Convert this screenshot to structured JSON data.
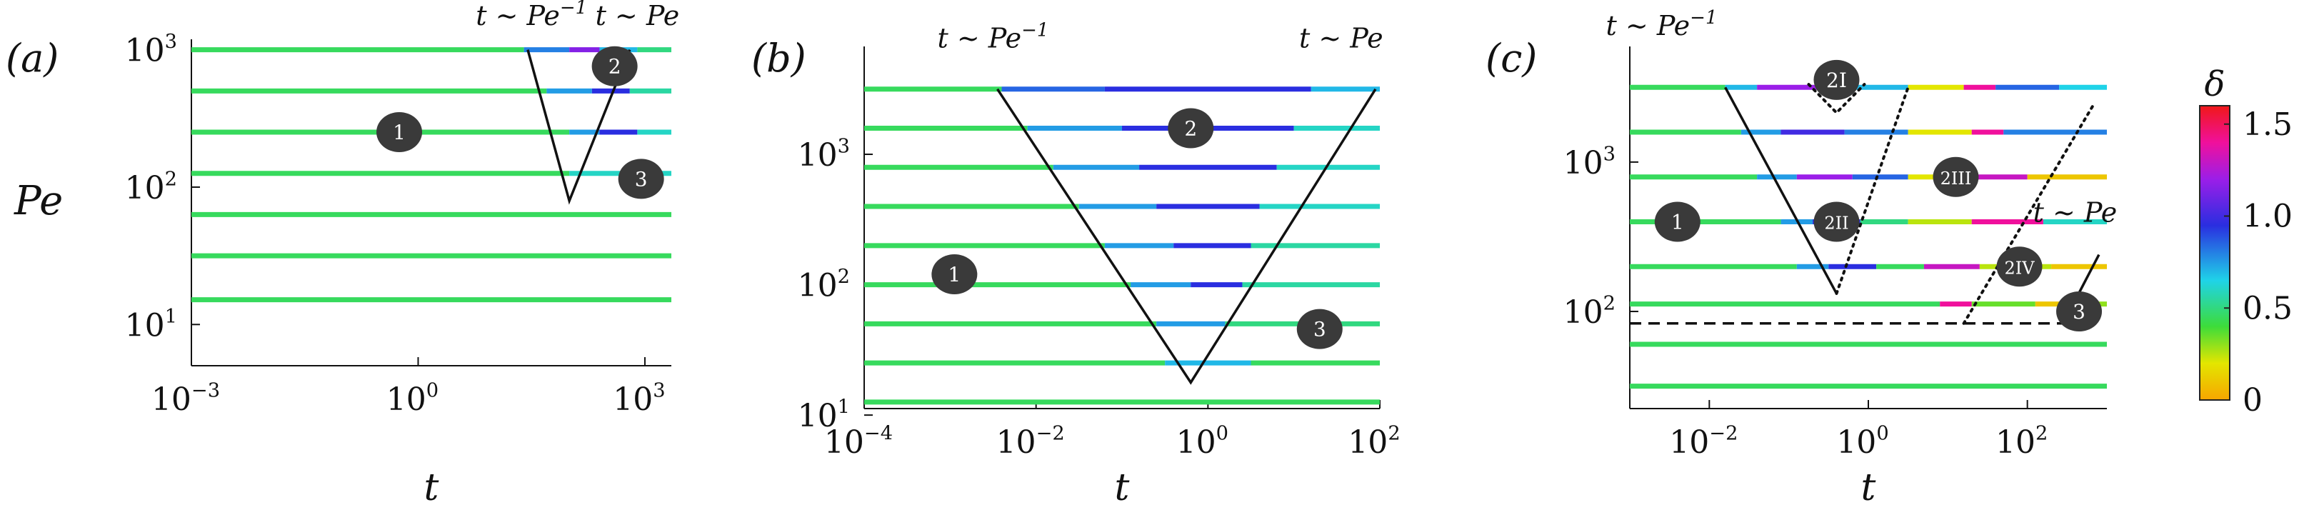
{
  "chart_data": [
    {
      "type": "scatter",
      "panel_label": "(a)",
      "xlabel": "t",
      "ylabel": "Pe",
      "xscale": "log",
      "yscale": "log",
      "xlim_log10": [
        -3,
        3.35
      ],
      "ylim_log10": [
        0.7,
        3.05
      ],
      "xticks": [
        {
          "exp": -3,
          "label": "10",
          "sup": "−3"
        },
        {
          "exp": 0,
          "label": "10",
          "sup": "0"
        },
        {
          "exp": 3,
          "label": "10",
          "sup": "3"
        }
      ],
      "yticks": [
        {
          "exp": 1,
          "label": "10",
          "sup": "1"
        },
        {
          "exp": 2,
          "label": "10",
          "sup": "2"
        },
        {
          "exp": 3,
          "label": "10",
          "sup": "3"
        }
      ],
      "rows": [
        {
          "pe_log10": 3.0,
          "segments": [
            [
              -3,
              1.4,
              0.45
            ],
            [
              1.4,
              2.0,
              0.8
            ],
            [
              2.0,
              2.4,
              1.15
            ],
            [
              2.4,
              2.9,
              0.7
            ],
            [
              2.9,
              3.35,
              0.5
            ]
          ]
        },
        {
          "pe_log10": 2.7,
          "segments": [
            [
              -3,
              1.7,
              0.45
            ],
            [
              1.7,
              2.3,
              0.75
            ],
            [
              2.3,
              2.8,
              0.95
            ],
            [
              2.8,
              3.35,
              0.55
            ]
          ]
        },
        {
          "pe_log10": 2.4,
          "segments": [
            [
              -3,
              2.0,
              0.45
            ],
            [
              2.0,
              2.4,
              0.75
            ],
            [
              2.4,
              2.9,
              0.95
            ],
            [
              2.9,
              3.35,
              0.6
            ]
          ]
        },
        {
          "pe_log10": 2.1,
          "segments": [
            [
              -3,
              2.0,
              0.45
            ],
            [
              2.0,
              3.35,
              0.6
            ]
          ]
        },
        {
          "pe_log10": 1.8,
          "segments": [
            [
              -3,
              3.35,
              0.45
            ]
          ]
        },
        {
          "pe_log10": 1.5,
          "segments": [
            [
              -3,
              3.35,
              0.45
            ]
          ]
        },
        {
          "pe_log10": 1.18,
          "segments": [
            [
              -3,
              3.35,
              0.45
            ]
          ]
        }
      ],
      "lines": [
        {
          "style": "solid",
          "points": [
            [
              1.45,
              3.0
            ],
            [
              2.0,
              1.9
            ],
            [
              2.8,
              3.0
            ]
          ]
        }
      ],
      "annotations": [
        {
          "text": "t ∼ Pe",
          "sup": "−1",
          "x": 1.5,
          "y": 3.18
        },
        {
          "text": "t ∼ Pe",
          "sup": "",
          "x": 2.9,
          "y": 3.18
        }
      ],
      "markers": [
        {
          "text": "1",
          "x": -0.25,
          "y": 2.4
        },
        {
          "text": "2",
          "x": 2.6,
          "y": 2.88
        },
        {
          "text": "3",
          "x": 2.95,
          "y": 2.06
        }
      ]
    },
    {
      "type": "scatter",
      "panel_label": "(b)",
      "xlabel": "t",
      "ylabel": "",
      "xscale": "log",
      "yscale": "log",
      "xlim_log10": [
        -4,
        2
      ],
      "ylim_log10": [
        1.05,
        3.8
      ],
      "xticks": [
        {
          "exp": -4,
          "label": "10",
          "sup": "−4"
        },
        {
          "exp": -2,
          "label": "10",
          "sup": "−2"
        },
        {
          "exp": 0,
          "label": "10",
          "sup": "0"
        },
        {
          "exp": 2,
          "label": "10",
          "sup": "2"
        }
      ],
      "yticks": [
        {
          "exp": 1,
          "label": "10",
          "sup": "1"
        },
        {
          "exp": 2,
          "label": "10",
          "sup": "2"
        },
        {
          "exp": 3,
          "label": "10",
          "sup": "3"
        }
      ],
      "rows": [
        {
          "pe_log10": 3.5,
          "segments": [
            [
              -4,
              -2.4,
              0.45
            ],
            [
              -2.4,
              -1.2,
              0.85
            ],
            [
              -1.2,
              1.2,
              0.95
            ],
            [
              1.2,
              2,
              0.7
            ]
          ]
        },
        {
          "pe_log10": 3.2,
          "segments": [
            [
              -4,
              -2.1,
              0.45
            ],
            [
              -2.1,
              -1.0,
              0.75
            ],
            [
              -1.0,
              1.0,
              0.95
            ],
            [
              1.0,
              2,
              0.6
            ]
          ]
        },
        {
          "pe_log10": 2.9,
          "segments": [
            [
              -4,
              -1.8,
              0.45
            ],
            [
              -1.8,
              -0.8,
              0.75
            ],
            [
              -0.8,
              0.8,
              0.95
            ],
            [
              0.8,
              2,
              0.6
            ]
          ]
        },
        {
          "pe_log10": 2.6,
          "segments": [
            [
              -4,
              -1.5,
              0.45
            ],
            [
              -1.5,
              -0.6,
              0.75
            ],
            [
              -0.6,
              0.6,
              0.95
            ],
            [
              0.6,
              2,
              0.6
            ]
          ]
        },
        {
          "pe_log10": 2.3,
          "segments": [
            [
              -4,
              -1.2,
              0.45
            ],
            [
              -1.2,
              -0.4,
              0.75
            ],
            [
              -0.4,
              0.5,
              0.95
            ],
            [
              0.5,
              2,
              0.55
            ]
          ]
        },
        {
          "pe_log10": 2.0,
          "segments": [
            [
              -4,
              -0.9,
              0.45
            ],
            [
              -0.9,
              -0.2,
              0.75
            ],
            [
              -0.2,
              0.4,
              0.95
            ],
            [
              0.4,
              2,
              0.55
            ]
          ]
        },
        {
          "pe_log10": 1.7,
          "segments": [
            [
              -4,
              -0.6,
              0.45
            ],
            [
              -0.6,
              0.2,
              0.75
            ],
            [
              0.2,
              2,
              0.5
            ]
          ]
        },
        {
          "pe_log10": 1.4,
          "segments": [
            [
              -4,
              -0.5,
              0.45
            ],
            [
              -0.5,
              0.5,
              0.7
            ],
            [
              0.5,
              2,
              0.45
            ]
          ]
        },
        {
          "pe_log10": 1.1,
          "segments": [
            [
              -4,
              2,
              0.45
            ]
          ]
        }
      ],
      "lines": [
        {
          "style": "solid",
          "points": [
            [
              -2.45,
              3.5
            ],
            [
              -0.2,
              1.25
            ],
            [
              1.95,
              3.5
            ]
          ]
        }
      ],
      "annotations": [
        {
          "text": "t ∼ Pe",
          "sup": "−1",
          "x": -2.5,
          "y": 3.82
        },
        {
          "text": "t ∼ Pe",
          "sup": "",
          "x": 1.55,
          "y": 3.82
        }
      ],
      "markers": [
        {
          "text": "1",
          "x": -2.95,
          "y": 2.08
        },
        {
          "text": "2",
          "x": -0.2,
          "y": 3.2
        },
        {
          "text": "3",
          "x": 1.3,
          "y": 1.66
        }
      ]
    },
    {
      "type": "scatter",
      "panel_label": "(c)",
      "xlabel": "t",
      "ylabel": "",
      "xscale": "log",
      "yscale": "log",
      "xlim_log10": [
        -3,
        3
      ],
      "ylim_log10": [
        1.35,
        3.75
      ],
      "xticks": [
        {
          "exp": -2,
          "label": "10",
          "sup": "−2"
        },
        {
          "exp": 0,
          "label": "10",
          "sup": "0"
        },
        {
          "exp": 2,
          "label": "10",
          "sup": "2"
        }
      ],
      "yticks": [
        {
          "exp": 2,
          "label": "10",
          "sup": "2"
        },
        {
          "exp": 3,
          "label": "10",
          "sup": "3"
        }
      ],
      "rows": [
        {
          "pe_log10": 3.5,
          "segments": [
            [
              -3,
              -1.8,
              0.45
            ],
            [
              -1.8,
              -1.4,
              0.7
            ],
            [
              -1.4,
              -0.6,
              1.2
            ],
            [
              -0.6,
              -0.2,
              0.9
            ],
            [
              -0.2,
              0.5,
              0.7
            ],
            [
              0.5,
              1.2,
              0.2
            ],
            [
              1.2,
              1.6,
              1.4
            ],
            [
              1.6,
              2.4,
              0.85
            ],
            [
              2.4,
              3,
              0.65
            ]
          ]
        },
        {
          "pe_log10": 3.2,
          "segments": [
            [
              -3,
              -1.6,
              0.45
            ],
            [
              -1.6,
              -1.1,
              0.75
            ],
            [
              -1.1,
              -0.3,
              1.0
            ],
            [
              -0.3,
              0.5,
              0.8
            ],
            [
              0.5,
              1.3,
              0.2
            ],
            [
              1.3,
              1.7,
              1.4
            ],
            [
              1.7,
              3,
              0.8
            ]
          ]
        },
        {
          "pe_log10": 2.9,
          "segments": [
            [
              -3,
              -1.4,
              0.45
            ],
            [
              -1.4,
              -0.9,
              0.75
            ],
            [
              -0.9,
              -0.2,
              1.2
            ],
            [
              -0.2,
              0.5,
              0.85
            ],
            [
              0.5,
              1.1,
              0.2
            ],
            [
              1.1,
              2.0,
              1.3
            ],
            [
              2.0,
              3,
              0.1
            ]
          ]
        },
        {
          "pe_log10": 2.6,
          "segments": [
            [
              -3,
              -1.1,
              0.45
            ],
            [
              -1.1,
              -0.7,
              0.75
            ],
            [
              -0.7,
              -0.1,
              0.95
            ],
            [
              -0.1,
              0.5,
              0.5
            ],
            [
              0.5,
              1.3,
              0.25
            ],
            [
              1.3,
              2.2,
              1.4
            ],
            [
              2.2,
              3,
              0.6
            ]
          ]
        },
        {
          "pe_log10": 2.3,
          "segments": [
            [
              -3,
              -0.9,
              0.45
            ],
            [
              -0.9,
              -0.5,
              0.75
            ],
            [
              -0.5,
              0.1,
              0.95
            ],
            [
              0.1,
              0.7,
              0.45
            ],
            [
              0.7,
              1.4,
              1.3
            ],
            [
              1.4,
              2.3,
              0.25
            ],
            [
              2.3,
              3,
              0.1
            ]
          ]
        },
        {
          "pe_log10": 2.05,
          "segments": [
            [
              -3,
              0.9,
              0.45
            ],
            [
              0.9,
              1.3,
              1.4
            ],
            [
              1.3,
              2.1,
              0.35
            ],
            [
              2.1,
              2.6,
              0.1
            ],
            [
              2.6,
              3,
              0.3
            ]
          ]
        },
        {
          "pe_log10": 1.78,
          "segments": [
            [
              -3,
              3,
              0.45
            ]
          ]
        },
        {
          "pe_log10": 1.5,
          "segments": [
            [
              -3,
              3,
              0.45
            ]
          ]
        }
      ],
      "lines": [
        {
          "style": "solid",
          "points": [
            [
              -1.8,
              3.5
            ],
            [
              -0.4,
              2.12
            ]
          ]
        },
        {
          "style": "dotted",
          "points": [
            [
              -0.4,
              2.12
            ],
            [
              0.5,
              3.5
            ]
          ]
        },
        {
          "style": "dotted",
          "points": [
            [
              1.2,
              1.92
            ],
            [
              2.85,
              3.4
            ]
          ]
        },
        {
          "style": "solid",
          "points": [
            [
              2.45,
              1.92
            ],
            [
              2.9,
              2.38
            ]
          ]
        },
        {
          "style": "dotted",
          "points": [
            [
              -0.75,
              3.52
            ],
            [
              -0.4,
              3.33
            ],
            [
              -0.05,
              3.52
            ]
          ]
        },
        {
          "style": "dashed",
          "points": [
            [
              -3,
              1.92
            ],
            [
              2.85,
              1.92
            ]
          ]
        }
      ],
      "annotations": [
        {
          "text": "t ∼ Pe",
          "sup": "−1",
          "x": -2.6,
          "y": 3.85
        },
        {
          "text": "t ∼ Pe",
          "sup": "",
          "x": 2.6,
          "y": 2.6
        }
      ],
      "markers": [
        {
          "text": "1",
          "x": -2.4,
          "y": 2.6
        },
        {
          "text": "2I",
          "x": -0.4,
          "y": 3.55
        },
        {
          "text": "2II",
          "x": -0.4,
          "y": 2.6
        },
        {
          "text": "2III",
          "x": 1.1,
          "y": 2.9
        },
        {
          "text": "2IV",
          "x": 1.9,
          "y": 2.3
        },
        {
          "text": "3",
          "x": 2.65,
          "y": 2.0
        }
      ]
    }
  ],
  "colorbar": {
    "label": "δ",
    "ticks": [
      {
        "v": 0,
        "label": "0"
      },
      {
        "v": 0.5,
        "label": "0.5"
      },
      {
        "v": 1.0,
        "label": "1.0"
      },
      {
        "v": 1.5,
        "label": "1.5"
      }
    ],
    "range": [
      0,
      1.6
    ],
    "stops": [
      {
        "v": 0.0,
        "color": "#f7a600"
      },
      {
        "v": 0.2,
        "color": "#e3e600"
      },
      {
        "v": 0.4,
        "color": "#3ddc3a"
      },
      {
        "v": 0.65,
        "color": "#1fd3e8"
      },
      {
        "v": 0.95,
        "color": "#2a2ee0"
      },
      {
        "v": 1.2,
        "color": "#9b1ee8"
      },
      {
        "v": 1.4,
        "color": "#f0109c"
      },
      {
        "v": 1.6,
        "color": "#f01818"
      }
    ]
  }
}
